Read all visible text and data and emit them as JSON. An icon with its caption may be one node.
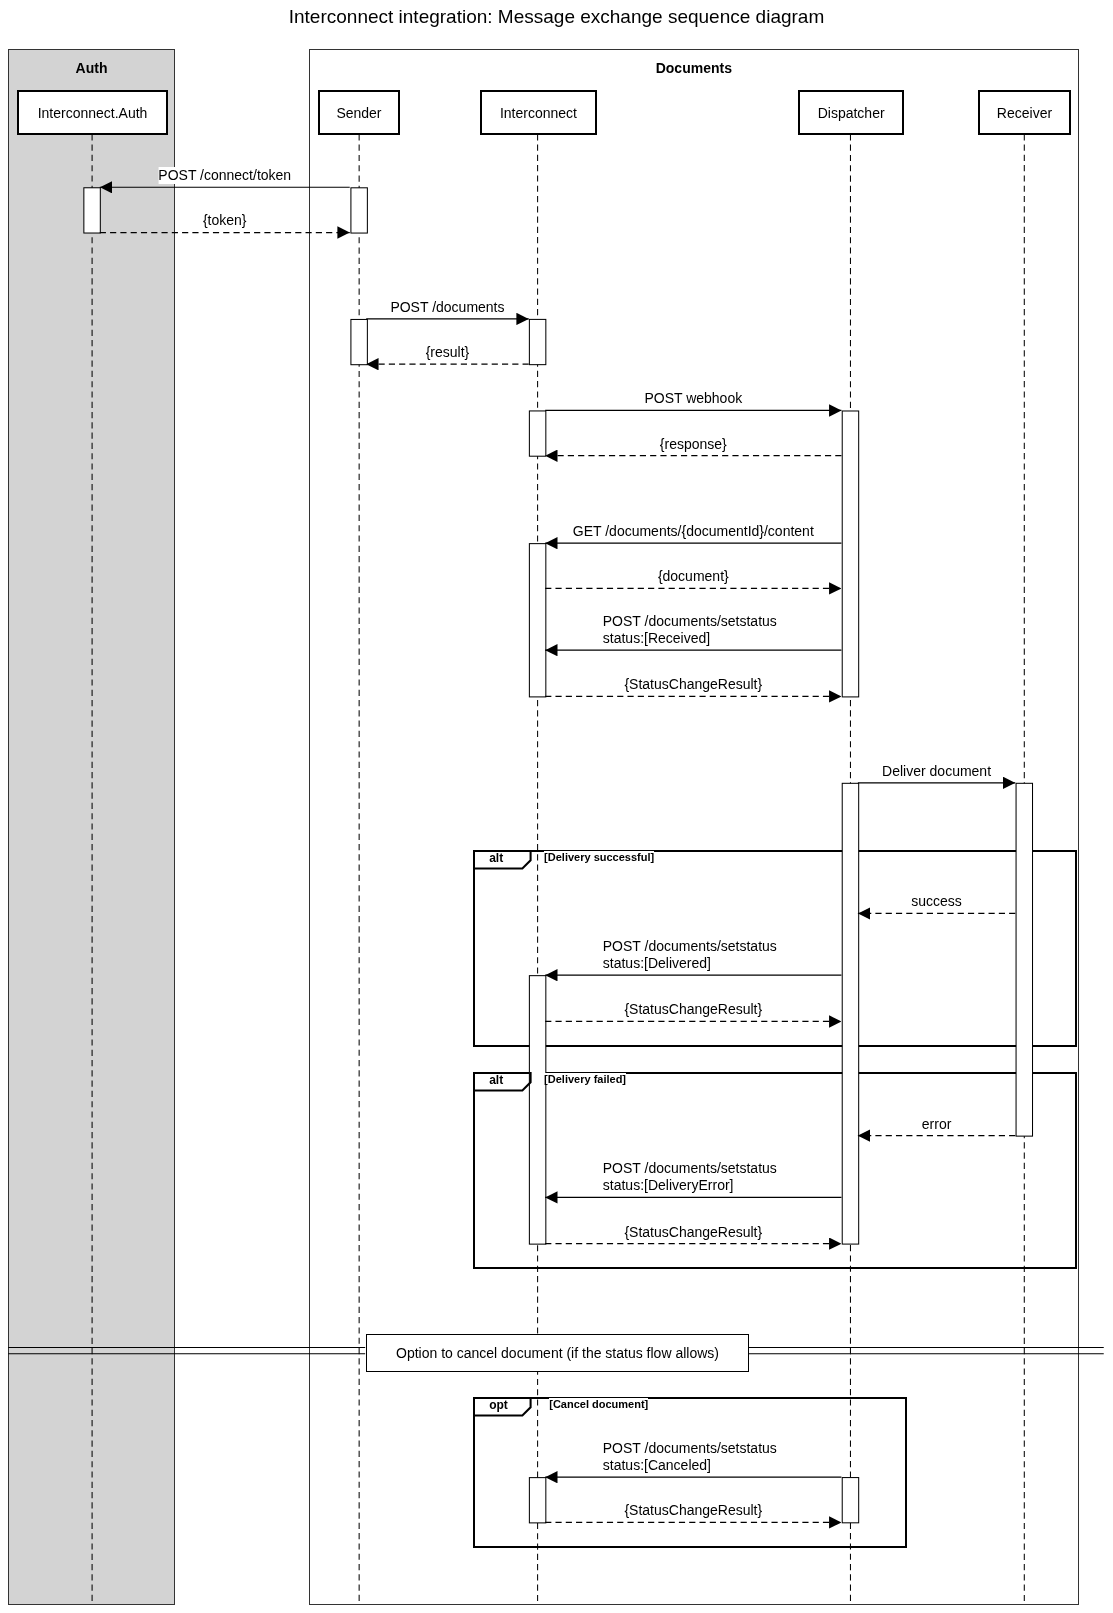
{
  "diagram": {
    "title": "Interconnect integration: Message exchange sequence diagram",
    "nodes": [
      {
        "text": [
          "Auth"
        ]
      },
      {
        "text": [
          "Documents"
        ]
      },
      {
        "text": [
          "Interconnect.Auth"
        ],
        "in": 0
      },
      {
        "text": [
          "Sender"
        ],
        "in": 1
      },
      {
        "text": [
          "Interconnect"
        ],
        "in": 1
      },
      {
        "text": [
          "Dispatcher"
        ],
        "in": 1
      },
      {
        "text": [
          "Receiver"
        ],
        "in": 1
      },
      {
        "text": [
          "alt",
          "[Delivery successful]"
        ],
        "in": 1
      },
      {
        "text": [
          "alt",
          "[Delivery failed]"
        ],
        "in": 1
      },
      {
        "text": [
          "Option to cancel document (if the status flow allows)"
        ],
        "in": 1
      },
      {
        "text": [
          "opt",
          "[Cancel document]"
        ],
        "in": 1
      }
    ],
    "edges": [
      {
        "from": 3,
        "to": 2,
        "arrow": "to",
        "label": "POST /connect/token"
      },
      {
        "from": 2,
        "to": 3,
        "arrow": "to",
        "label": "{token}",
        "style": "dashed"
      },
      {
        "from": 3,
        "to": 4,
        "arrow": "to",
        "label": "POST /documents"
      },
      {
        "from": 4,
        "to": 3,
        "arrow": "to",
        "label": "{result}",
        "style": "dashed"
      },
      {
        "from": 4,
        "to": 5,
        "arrow": "to",
        "label": "POST webhook"
      },
      {
        "from": 5,
        "to": 4,
        "arrow": "to",
        "label": "{response}",
        "style": "dashed"
      },
      {
        "from": 5,
        "to": 4,
        "arrow": "to",
        "label": "GET /documents/{documentId}/content"
      },
      {
        "from": 4,
        "to": 5,
        "arrow": "to",
        "label": "{document}",
        "style": "dashed"
      },
      {
        "from": 5,
        "to": 4,
        "arrow": "to",
        "label": "POST /documents/setstatus status:[Received]"
      },
      {
        "from": 4,
        "to": 5,
        "arrow": "to",
        "label": "{StatusChangeResult}",
        "style": "dashed"
      },
      {
        "from": 5,
        "to": 6,
        "arrow": "to",
        "label": "Deliver document"
      },
      {
        "from": 6,
        "to": 5,
        "arrow": "to",
        "label": "success",
        "style": "dashed"
      },
      {
        "from": 5,
        "to": 4,
        "arrow": "to",
        "label": "POST /documents/setstatus status:[Delivered]"
      },
      {
        "from": 4,
        "to": 5,
        "arrow": "to",
        "label": "{StatusChangeResult}",
        "style": "dashed"
      },
      {
        "from": 6,
        "to": 5,
        "arrow": "to",
        "label": "error",
        "style": "dashed"
      },
      {
        "from": 5,
        "to": 4,
        "arrow": "to",
        "label": "POST /documents/setstatus status:[DeliveryError]"
      },
      {
        "from": 4,
        "to": 5,
        "arrow": "to",
        "label": "{StatusChangeResult}",
        "style": "dashed"
      },
      {
        "from": 5,
        "to": 4,
        "arrow": "to",
        "label": "POST /documents/setstatus status:[Canceled]"
      },
      {
        "from": 4,
        "to": 5,
        "arrow": "to",
        "label": "{StatusChangeResult}",
        "style": "dashed"
      }
    ]
  }
}
